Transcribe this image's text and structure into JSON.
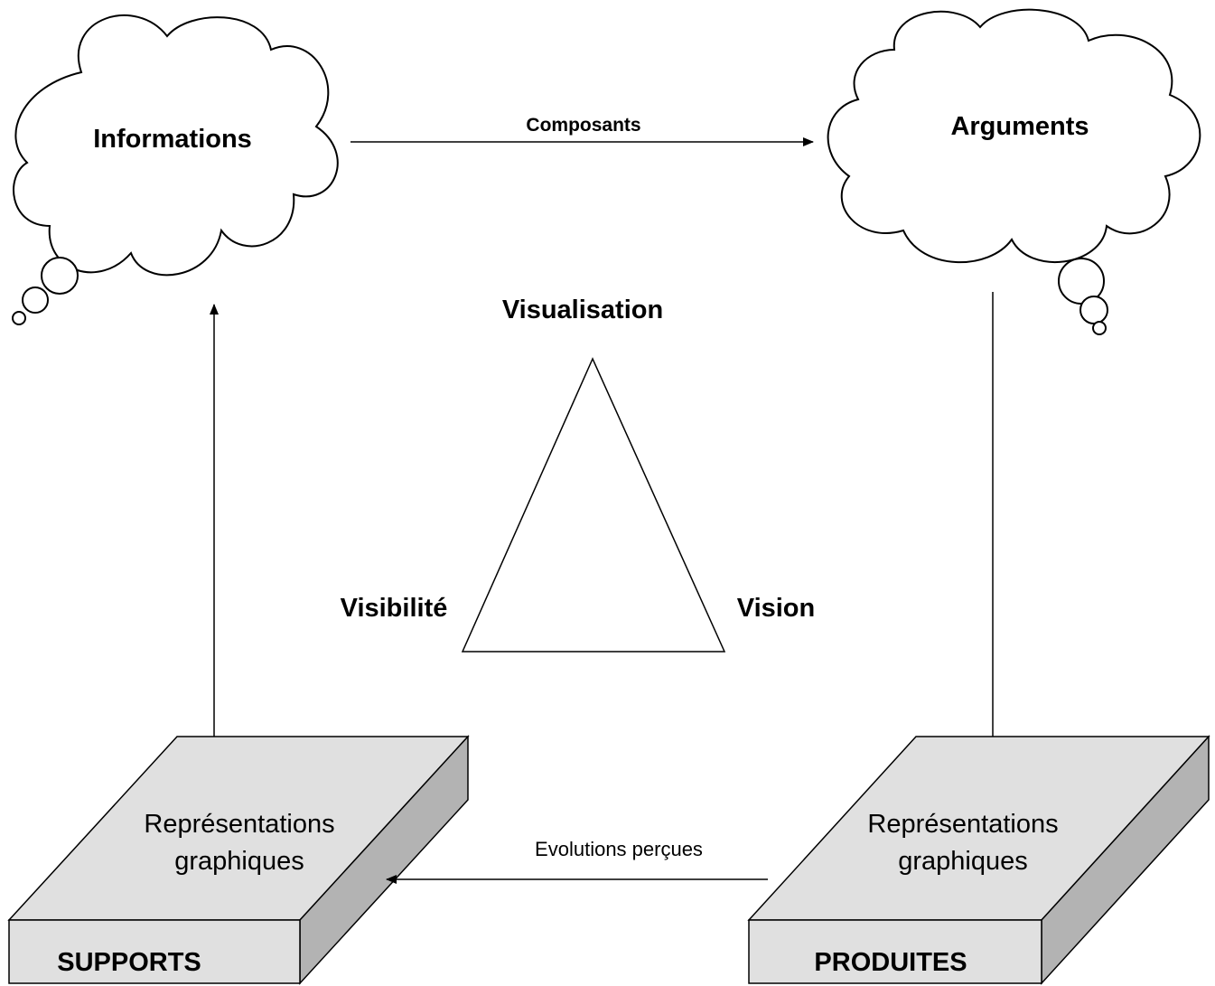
{
  "clouds": {
    "left": {
      "label": "Informations"
    },
    "right": {
      "label": "Arguments"
    }
  },
  "arrows": {
    "top": {
      "label": "Composants"
    },
    "bottom": {
      "label": "Evolutions perçues"
    }
  },
  "triangle": {
    "top_label": "Visualisation",
    "left_label": "Visibilité",
    "right_label": "Vision"
  },
  "boxes": {
    "left": {
      "line1": "Représentations",
      "line2": "graphiques",
      "front_label": "SUPPORTS"
    },
    "right": {
      "line1": "Représentations",
      "line2": "graphiques",
      "front_label": "PRODUITES"
    }
  },
  "colors": {
    "box_face": "#e0e0e0",
    "box_side": "#b3b3b3",
    "stroke": "#000000"
  }
}
